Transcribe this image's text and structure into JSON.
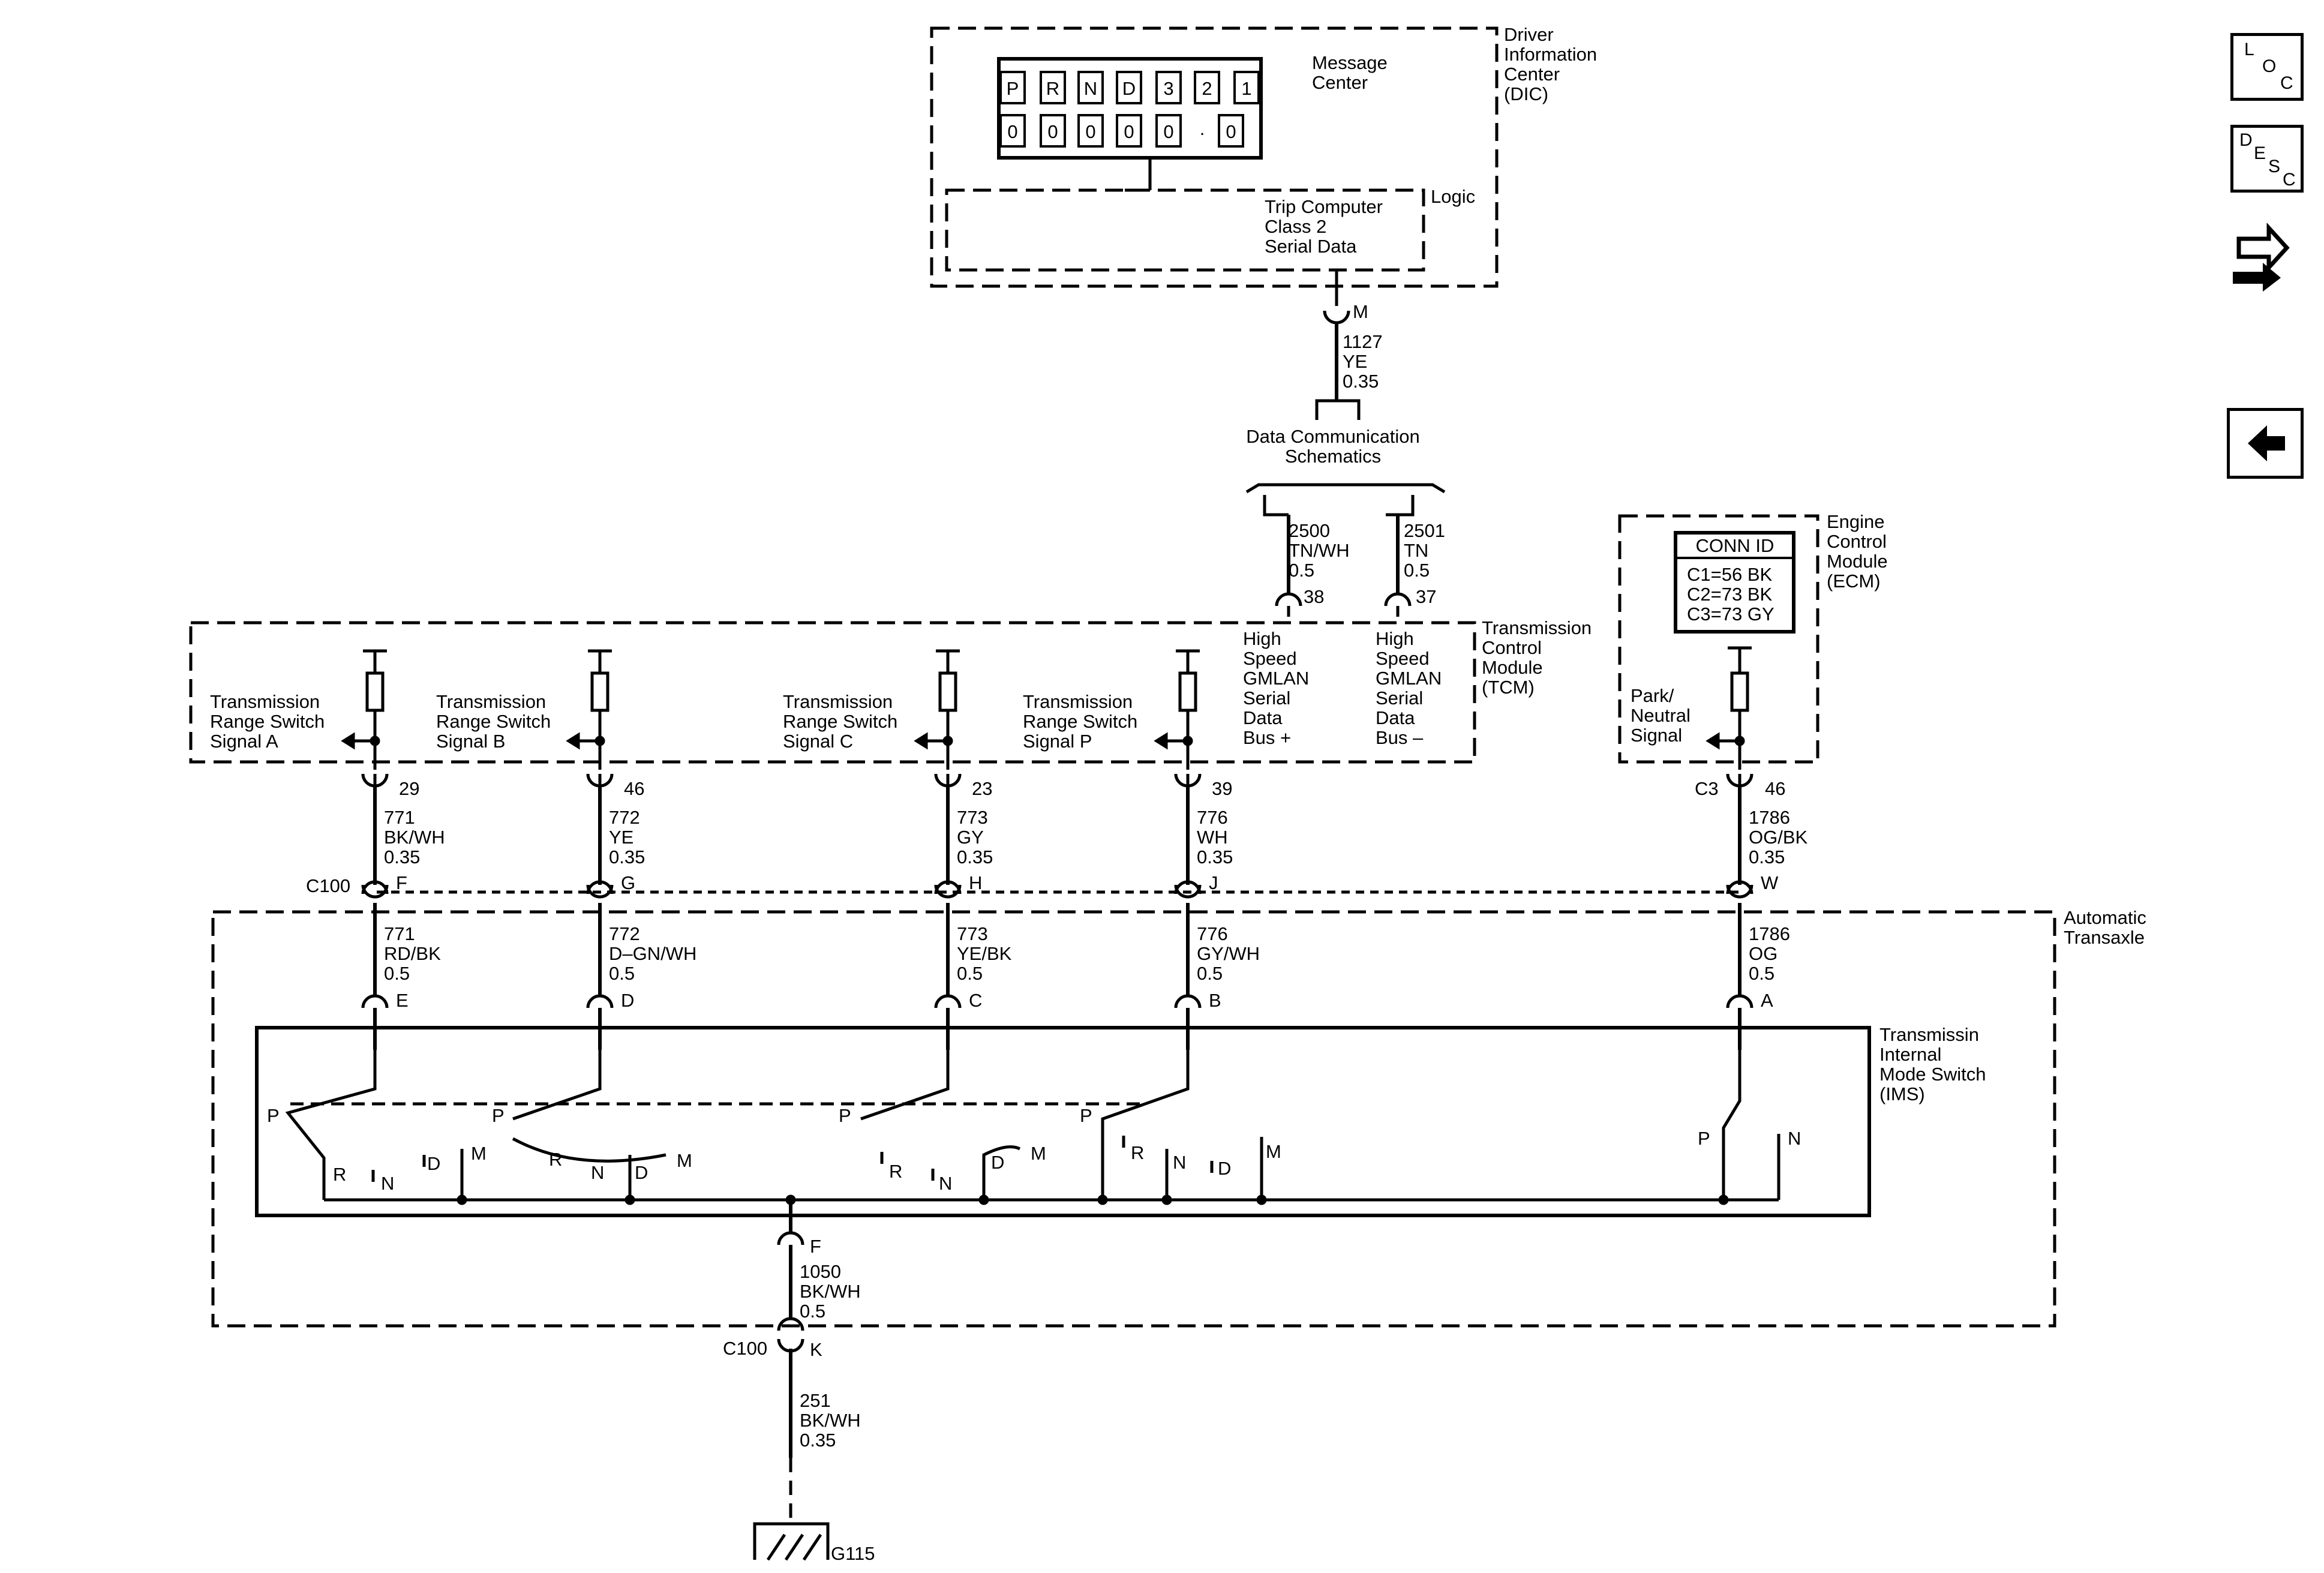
{
  "dic": {
    "title_lines": [
      "Driver",
      "Information",
      "Center",
      "(DIC)"
    ],
    "message_center_lines": [
      "Message",
      "Center"
    ],
    "display_row1": [
      "P",
      "R",
      "N",
      "D",
      "3",
      "2",
      "1"
    ],
    "display_row2": [
      "0",
      "0",
      "0",
      "0",
      "0",
      ".",
      "0"
    ],
    "logic_label": "Logic",
    "logic_lines": [
      "Trip Computer",
      "Class 2",
      "Serial Data"
    ],
    "pin": "M"
  },
  "wire_1127": [
    "1127",
    "YE",
    "0.35"
  ],
  "data_comm_lines": [
    "Data Communication",
    "Schematics"
  ],
  "wire_2500": [
    "2500",
    "TN/WH",
    "0.5"
  ],
  "wire_2501": [
    "2501",
    "TN",
    "0.5"
  ],
  "tcm": {
    "title_lines": [
      "Transmission",
      "Control",
      "Module",
      "(TCM)"
    ],
    "signals": [
      {
        "lines": [
          "Transmission",
          "Range Switch",
          "Signal A"
        ],
        "pin": "29"
      },
      {
        "lines": [
          "Transmission",
          "Range Switch",
          "Signal B"
        ],
        "pin": "46"
      },
      {
        "lines": [
          "Transmission",
          "Range Switch",
          "Signal C"
        ],
        "pin": "23"
      },
      {
        "lines": [
          "Transmission",
          "Range Switch",
          "Signal P"
        ],
        "pin": "39"
      }
    ],
    "bus_plus": {
      "lines": [
        "High",
        "Speed",
        "GMLAN",
        "Serial",
        "Data",
        "Bus +"
      ],
      "pin": "38"
    },
    "bus_minus": {
      "lines": [
        "High",
        "Speed",
        "GMLAN",
        "Serial",
        "Data",
        "Bus –"
      ],
      "pin": "37"
    }
  },
  "ecm": {
    "title_lines": [
      "Engine",
      "Control",
      "Module",
      "(ECM)"
    ],
    "conn_id_title": "CONN ID",
    "conn_id_lines": [
      "C1=56 BK",
      "C2=73 BK",
      "C3=73 GY"
    ],
    "signal_lines": [
      "Park/",
      "Neutral",
      "Signal"
    ],
    "connector": "C3",
    "pin": "46"
  },
  "upper_wires": [
    [
      "771",
      "BK/WH",
      "0.35"
    ],
    [
      "772",
      "YE",
      "0.35"
    ],
    [
      "773",
      "GY",
      "0.35"
    ],
    [
      "776",
      "WH",
      "0.35"
    ],
    [
      "1786",
      "OG/BK",
      "0.35"
    ]
  ],
  "c100_label": "C100",
  "c100_pins": [
    "F",
    "G",
    "H",
    "J",
    "W"
  ],
  "transaxle_lines": [
    "Automatic",
    "Transaxle"
  ],
  "lower_wires": [
    [
      "771",
      "RD/BK",
      "0.5"
    ],
    [
      "772",
      "D–GN/WH",
      "0.5"
    ],
    [
      "773",
      "YE/BK",
      "0.5"
    ],
    [
      "776",
      "GY/WH",
      "0.5"
    ],
    [
      "1786",
      "OG",
      "0.5"
    ]
  ],
  "ims_pins": [
    "E",
    "D",
    "C",
    "B",
    "A"
  ],
  "ims_title_lines": [
    "Transmissin",
    "Internal",
    "Mode Switch",
    "(IMS)"
  ],
  "switch_labels": {
    "a": [
      "P",
      "R",
      "N",
      "D",
      "M"
    ],
    "b": [
      "P",
      "R",
      "N",
      "D",
      "M"
    ],
    "c": [
      "P",
      "R",
      "N",
      "D",
      "M"
    ],
    "d": [
      "P",
      "R",
      "N",
      "D",
      "M"
    ],
    "e": [
      "P",
      "N"
    ]
  },
  "ground_pin": "F",
  "wire_1050": [
    "1050",
    "BK/WH",
    "0.5"
  ],
  "c100_ground_pin": "K",
  "wire_251": [
    "251",
    "BK/WH",
    "0.35"
  ],
  "ground_label": "G115",
  "nav": {
    "loc": [
      "L",
      "O",
      "C"
    ],
    "desc": [
      "D",
      "E",
      "S",
      "C"
    ]
  }
}
